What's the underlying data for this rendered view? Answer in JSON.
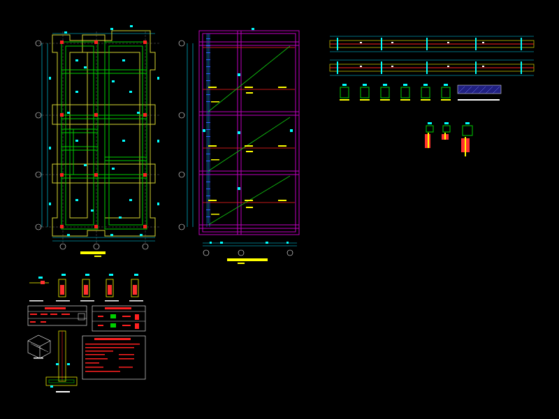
{
  "drawing": {
    "background": "#000000",
    "layer_colors": {
      "wall": "#d4d430",
      "footing": "#00d000",
      "dimension": "#00e0ff",
      "frame": "#c000c0",
      "brace": "#10c010",
      "beam": "#ff2020",
      "annotation": "#ffff00",
      "column": "#00ffff",
      "detail_fill": "#ff3030"
    },
    "plan_grid": {
      "rows": 4,
      "cols": 3,
      "row_bubbles": [
        "",
        "",
        "",
        ""
      ],
      "col_bubbles": [
        "",
        "",
        ""
      ]
    },
    "elevation_grid": {
      "levels": 4,
      "bays": 2
    },
    "footing_sections": 7,
    "column_sections_small": 3,
    "detail_sections": 5
  }
}
